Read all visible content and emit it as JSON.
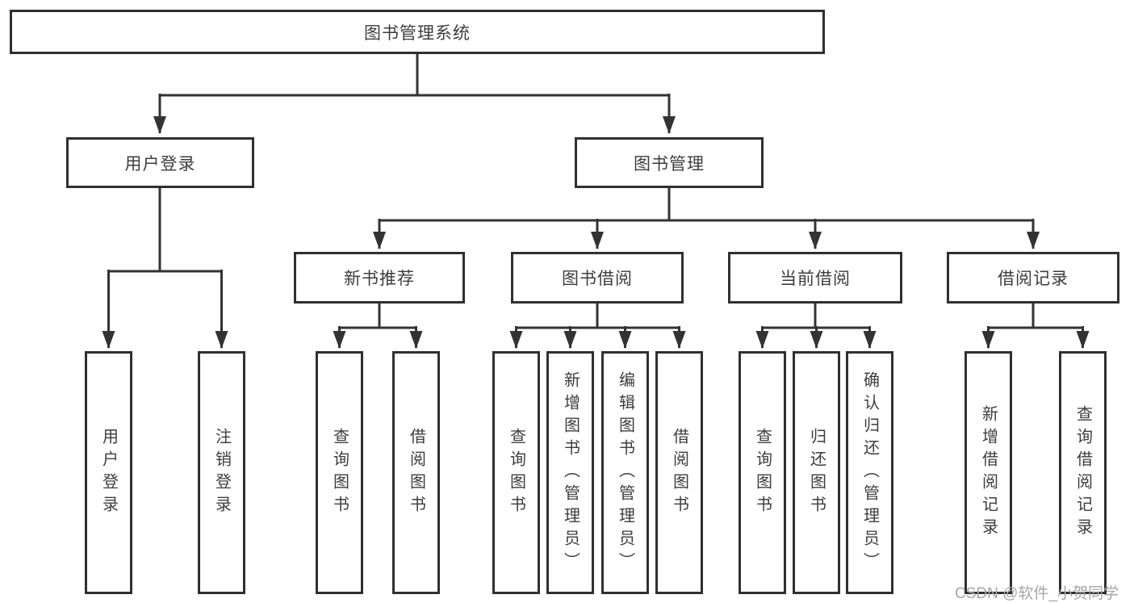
{
  "diagram": {
    "root": {
      "label": "图书管理系统"
    },
    "branches": {
      "user_login": {
        "label": "用户登录",
        "children": [
          {
            "label": "用户登录"
          },
          {
            "label": "注销登录"
          }
        ]
      },
      "book_mgmt": {
        "label": "图书管理",
        "children": [
          {
            "label": "新书推荐",
            "children": [
              {
                "label": "查询图书"
              },
              {
                "label": "借阅图书"
              }
            ]
          },
          {
            "label": "图书借阅",
            "children": [
              {
                "label": "查询图书"
              },
              {
                "label": "新增图书（管理员）"
              },
              {
                "label": "编辑图书（管理员）"
              },
              {
                "label": "借阅图书"
              }
            ]
          },
          {
            "label": "当前借阅",
            "children": [
              {
                "label": "查询图书"
              },
              {
                "label": "归还图书"
              },
              {
                "label": "确认归还（管理员）"
              }
            ]
          },
          {
            "label": "借阅记录",
            "children": [
              {
                "label": "新增借阅记录"
              },
              {
                "label": "查询借阅记录"
              }
            ]
          }
        ]
      }
    },
    "watermark": "CSDN @软件_小贺同学",
    "colors": {
      "line": "#333333",
      "box_border": "#303030",
      "box_fill": "#ffffff",
      "text": "#3d3d3d",
      "watermark": "#a6a6a6",
      "background": "#ffffff"
    }
  }
}
